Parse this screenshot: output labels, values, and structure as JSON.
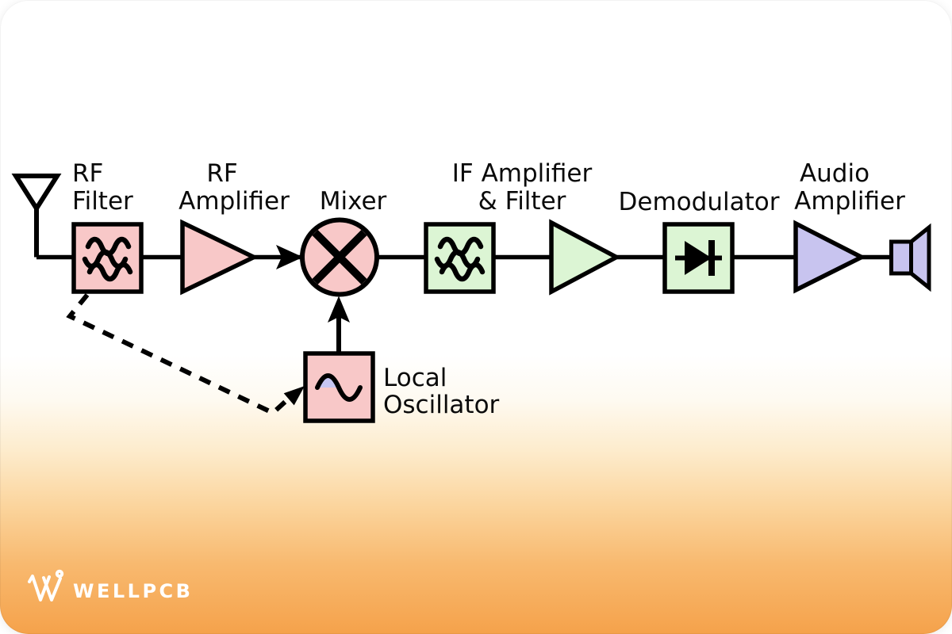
{
  "card": {
    "gradient_top": "#ffffff",
    "gradient_bottom": "#f5a24b"
  },
  "diagram": {
    "colors": {
      "pink": "#f8c8c8",
      "green": "#dcf5d4",
      "purple": "#c8c4ef",
      "wave_accent": "#c6c6f2",
      "line": "#000000"
    },
    "labels": {
      "rf_filter_line1": "RF",
      "rf_filter_line2": "Filter",
      "rf_amplifier_line1": "RF",
      "rf_amplifier_line2": "Amplifier",
      "mixer": "Mixer",
      "if_amplifier_line1": "IF Amplifier",
      "if_amplifier_line2": "& Filter",
      "demodulator": "Demodulator",
      "audio_amplifier_line1": "Audio",
      "audio_amplifier_line2": "Amplifier",
      "local_oscillator_line1": "Local",
      "local_oscillator_line2": "Oscillator"
    }
  },
  "footer": {
    "brand": "WELLPCB"
  }
}
